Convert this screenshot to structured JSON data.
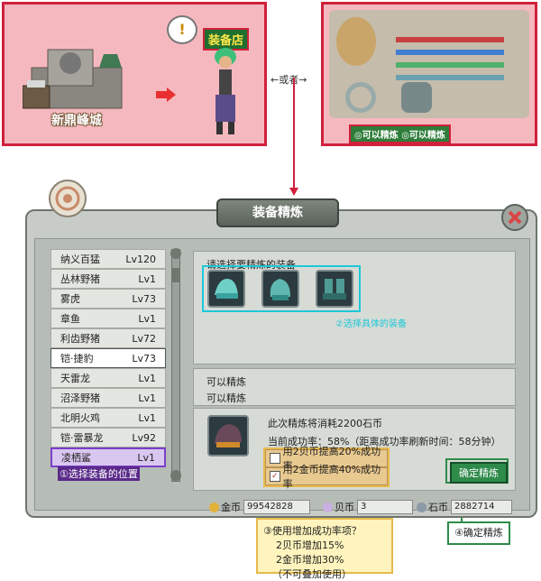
{
  "top": {
    "city_label": "新鼎峰城",
    "shop_label": "装备店",
    "or_label": "←或者→",
    "refine_tags": "◎可以精炼 ◎可以精炼"
  },
  "window": {
    "title": "装备精炼",
    "list": [
      {
        "name": "纳义百猛",
        "level": "Lv120"
      },
      {
        "name": "丛林野猪",
        "level": "Lv1"
      },
      {
        "name": "雾虎",
        "level": "Lv73"
      },
      {
        "name": "章鱼",
        "level": "Lv1"
      },
      {
        "name": "利齿野猪",
        "level": "Lv72"
      },
      {
        "name": "铠·捷豹",
        "level": "Lv73"
      },
      {
        "name": "天雷龙",
        "level": "Lv1"
      },
      {
        "name": "沼泽野猪",
        "level": "Lv1"
      },
      {
        "name": "北明火鸡",
        "level": "Lv1"
      },
      {
        "name": "铠·雷暴龙",
        "level": "Lv92"
      },
      {
        "name": "凌栖鲨",
        "level": "Lv1"
      }
    ],
    "select_prompt": "请选择要精炼的装备",
    "select_hint": "②选择具体的装备",
    "refinable_1": "可以精炼",
    "refinable_2": "可以精炼",
    "cost_text": "此次精炼将消耗2200石币",
    "success_text": "当前成功率：58%（距离成功率刷新时间：58分钟）",
    "option_1": "用2贝币提高20%成功率",
    "option_2": "用2金币提高40%成功率",
    "confirm_button": "确定精炼",
    "step1_label": "①选择装备的位置",
    "gold_label": "金币",
    "gold_value": "99542828",
    "shell_label": "贝币",
    "shell_value": "3",
    "stone_label": "石币",
    "stone_value": "2882714"
  },
  "callouts": {
    "step3_title": "③使用增加成功率项？",
    "step3_line1": "2贝币增加15%",
    "step3_line2": "2金币增加30%",
    "step3_line3": "（不可叠加使用）",
    "step4": "④确定精炼"
  },
  "colors": {
    "highlight_red": "#d0203c",
    "cyan": "#1bc8d8",
    "purple": "#7b3fc7",
    "green": "#2e8b4a",
    "yellow": "#e8b94a"
  }
}
